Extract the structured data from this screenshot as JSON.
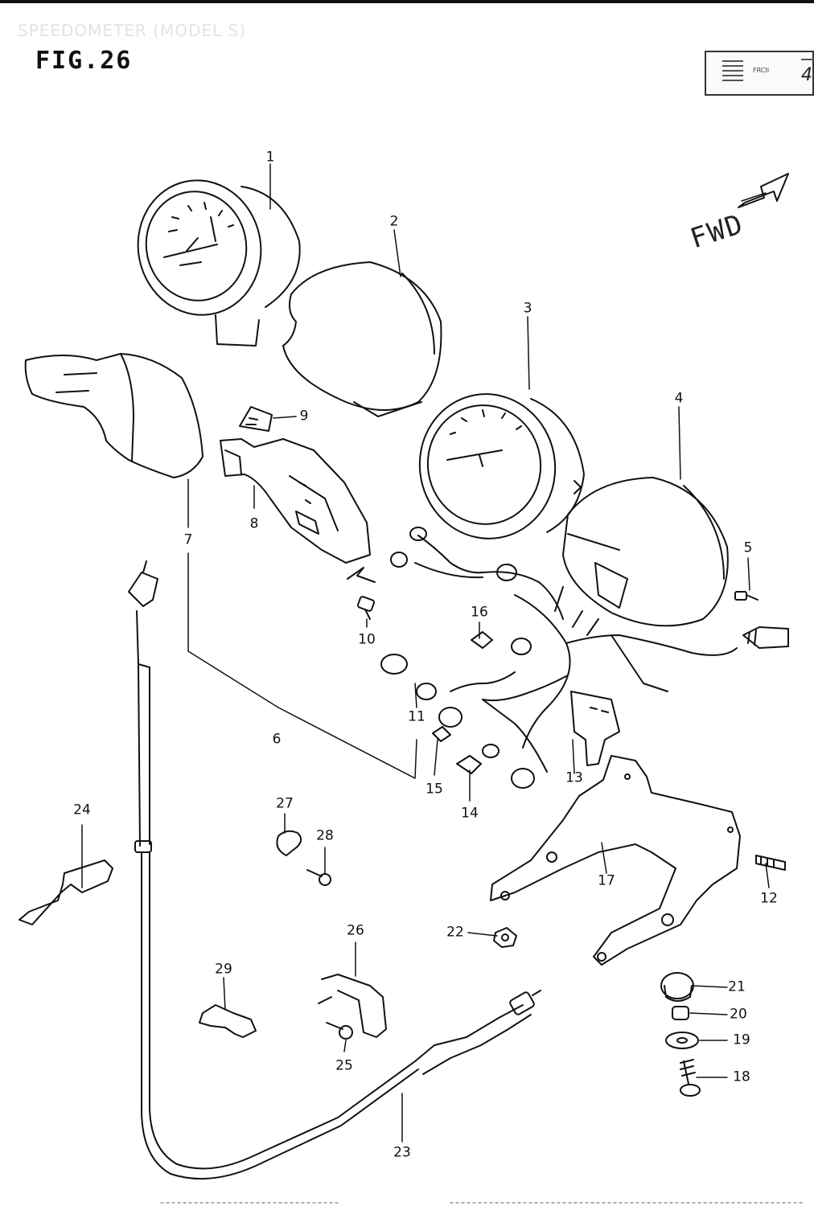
{
  "header": {
    "faint_title": "SPEEDOMETER (MODEL S)",
    "figure_title": "FIG.26"
  },
  "stamp": {
    "mid_text": "FRCII",
    "code": "4"
  },
  "direction_marker": {
    "label": "FWD",
    "icon": "forward-arrow-icon"
  },
  "callouts": [
    "1",
    "2",
    "3",
    "4",
    "5",
    "6",
    "7",
    "8",
    "9",
    "10",
    "11",
    "12",
    "13",
    "14",
    "15",
    "16",
    "17",
    "18",
    "19",
    "20",
    "21",
    "22",
    "23",
    "24",
    "25",
    "26",
    "27",
    "28",
    "29"
  ]
}
